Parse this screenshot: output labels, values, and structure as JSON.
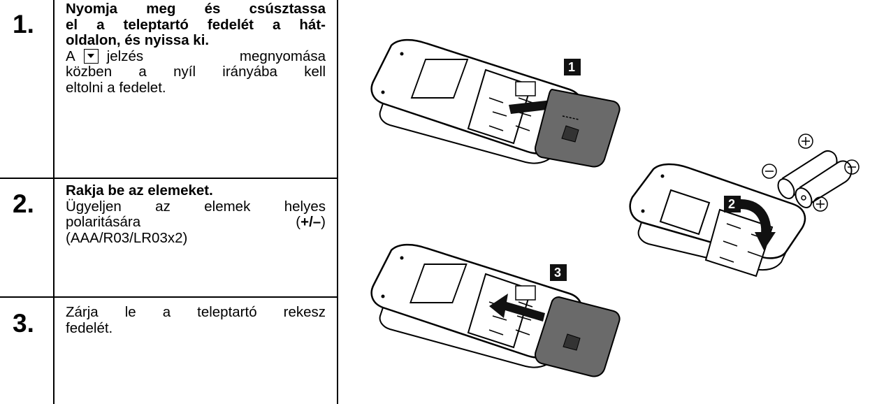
{
  "steps": [
    {
      "number": "1.",
      "title_lines": [
        "Nyomja meg és csúsztassa",
        "el a teleptartó fedelét a hát-",
        "oldalon, és nyissa ki."
      ],
      "text_before_icon": "A",
      "text_after_icon": "jelzés megnyomása",
      "text_lines": [
        "közben a  nyíl irányába kell",
        "eltolni a fedelet."
      ]
    },
    {
      "number": "2.",
      "title": "Rakja be az elemeket.",
      "text_lines": [
        "Ügyeljen az elemek helyes",
        "polaritására"
      ],
      "polarity": "+/–",
      "battery_spec": "(AAA/R03/LR03x2)"
    },
    {
      "number": "3.",
      "text_lines": [
        "Zárja le a teleptartó rekesz",
        "fedelét."
      ]
    }
  ],
  "icons": {
    "mark": "down-triangle-mark-icon",
    "plus": "⊕",
    "minus": "⊖"
  },
  "figure_labels": [
    "1",
    "2",
    "3"
  ]
}
